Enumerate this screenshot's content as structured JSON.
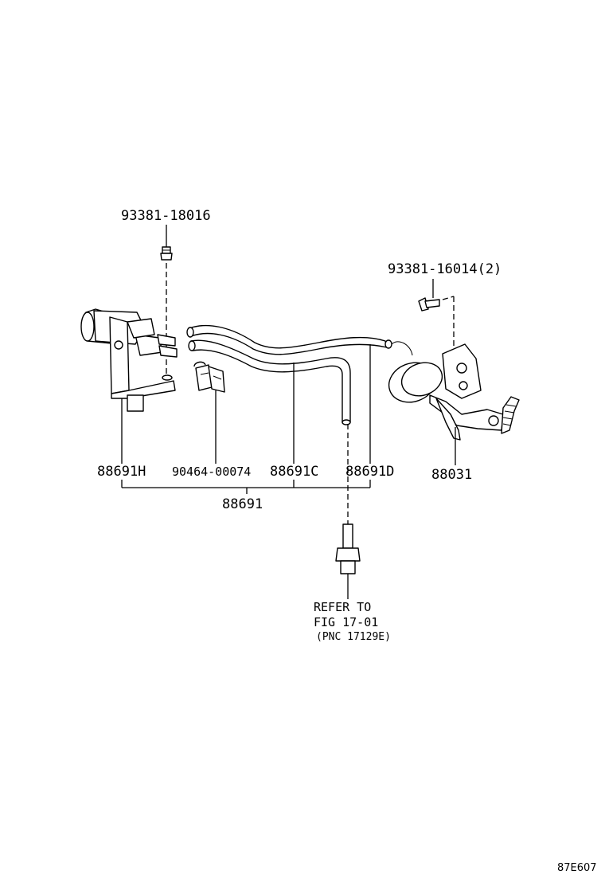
{
  "labels": {
    "bolt_top": "93381-18016",
    "bolt_right": "93381-16014(2)",
    "vsv": "88691H",
    "clip": "90464-00074",
    "hose_c": "88691C",
    "hose_d": "88691D",
    "actuator": "88031",
    "assembly": "88691",
    "refer_line1": "REFER TO",
    "refer_line2": "FIG 17-01",
    "refer_line3": "(PNC 17129E)"
  },
  "figure_code": "87E607"
}
